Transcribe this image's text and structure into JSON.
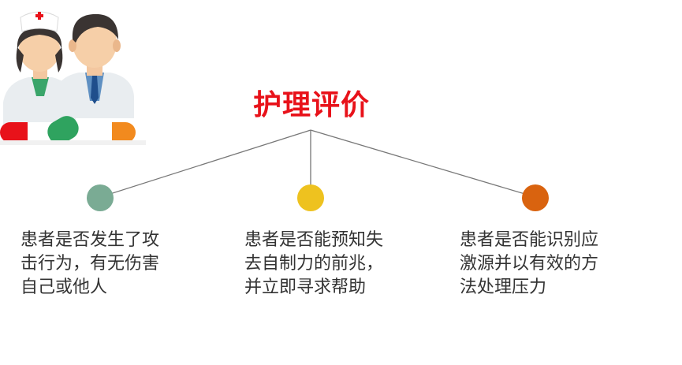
{
  "title": "护理评价",
  "colors": {
    "title": "#e8121a",
    "line": "#777777",
    "dot_green": "#7aab94",
    "dot_yellow": "#eec21f",
    "dot_orange": "#d9630f",
    "text": "#333333"
  },
  "items": [
    {
      "text": "患者是否发生了攻击行为，有无伤害自己或他人",
      "color": "#7aab94"
    },
    {
      "text": "患者是否能预知失去自制力的前兆，并立即寻求帮助",
      "color": "#eec21f"
    },
    {
      "text": "患者是否能识别应激源并以有效的方法处理压力",
      "color": "#d9630f"
    }
  ],
  "illustration": {
    "icon": "nurse-and-doctor-icon"
  }
}
